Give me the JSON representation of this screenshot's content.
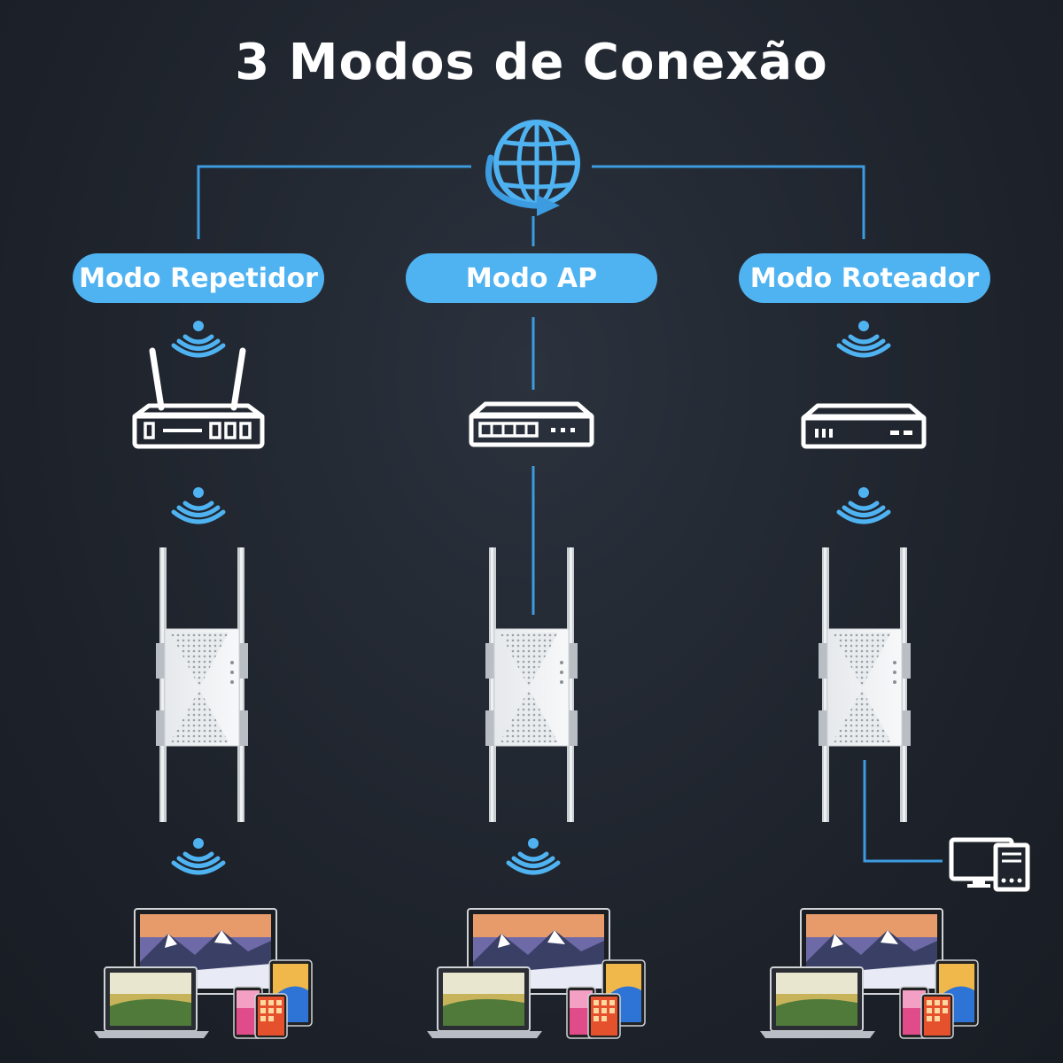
{
  "title": "3 Modos de Conexão",
  "modes": [
    {
      "label": "Modo Repetidor",
      "upstream": "router"
    },
    {
      "label": "Modo AP",
      "upstream": "switch"
    },
    {
      "label": "Modo Roteador",
      "upstream": "modem"
    }
  ],
  "colors": {
    "accent": "#4fb3f2",
    "line": "#3d9be0",
    "icon": "#ffffff",
    "background": "#1f242d"
  },
  "icons": [
    "globe-icon",
    "wifi-icon",
    "router-icon",
    "switch-icon",
    "modem-icon",
    "extender-icon",
    "devices-icon",
    "desktop-pc-icon"
  ]
}
